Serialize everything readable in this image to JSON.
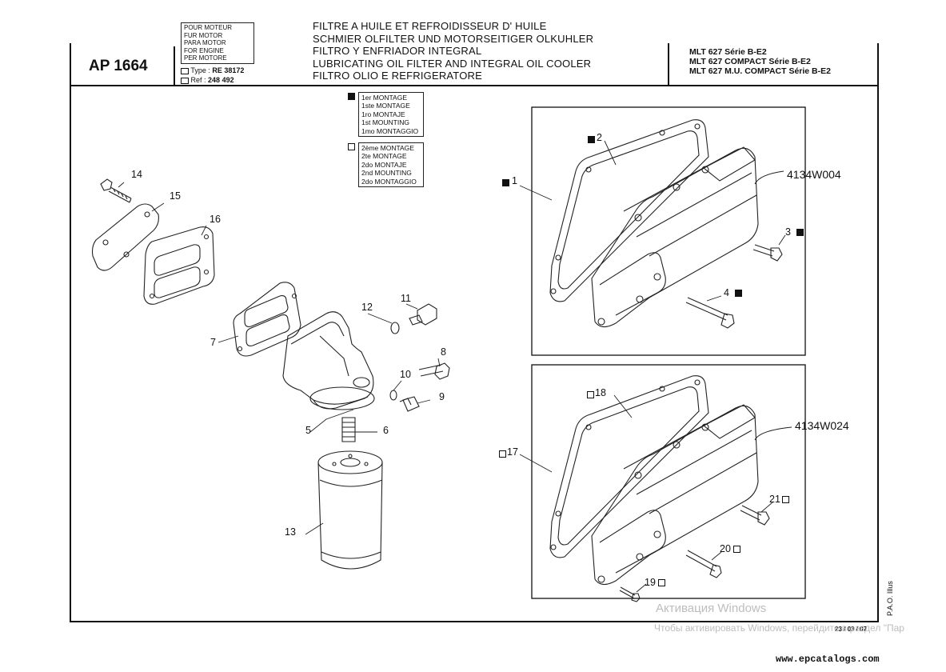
{
  "header": {
    "ap_code": "AP 1664",
    "engine_box": [
      "POUR MOTEUR",
      "FUR MOTOR",
      "PARA MOTOR",
      "FOR ENGINE",
      "PER MOTORE"
    ],
    "type_label": "Type :",
    "type_value": "RE 38172",
    "ref_label": "Ref :",
    "ref_value": "248 492",
    "titles": [
      "FILTRE A HUILE ET REFROIDISSEUR D' HUILE",
      "SCHMIER OLFILTER UND MOTORSEITIGER OLKUHLER",
      "FILTRO Y ENFRIADOR INTEGRAL",
      "LUBRICATING OIL FILTER AND INTEGRAL OIL COOLER",
      "FILTRO OLIO E REFRIGERATORE"
    ],
    "models": [
      "MLT 627 Série B-E2",
      "MLT 627 COMPACT Série B-E2",
      "MLT 627 M.U. COMPACT Série B-E2"
    ]
  },
  "legend": {
    "first_mounting": [
      "1er MONTAGE",
      "1ste MONTAGE",
      "1ro MONTAJE",
      "1st MOUNTING",
      "1mo MONTAGGIO"
    ],
    "second_mounting": [
      "2ème MONTAGE",
      "2te MONTAGE",
      "2do MONTAJE",
      "2nd MOUNTING",
      "2do MONTAGGIO"
    ]
  },
  "callouts": {
    "c1": "1",
    "c2": "2",
    "c3": "3",
    "c4": "4",
    "c5": "5",
    "c6": "6",
    "c7": "7",
    "c8": "8",
    "c9": "9",
    "c10": "10",
    "c11": "11",
    "c12": "12",
    "c13": "13",
    "c14": "14",
    "c15": "15",
    "c16": "16",
    "c17": "17",
    "c18": "18",
    "c19": "19",
    "c20": "20",
    "c21": "21"
  },
  "codes": {
    "upper": "4134W004",
    "lower": "4134W024"
  },
  "footer": {
    "illus": "P.A.O. Illus",
    "date": "23 / 03 / 07",
    "watermark_title": "Активация Windows",
    "watermark_sub": "Чтобы активировать Windows, перейдите в раздел \"Пар",
    "url": "www.epcatalogs.com"
  },
  "colors": {
    "ink": "#111111",
    "paper": "#ffffff",
    "watermark": "#bdbdbd"
  }
}
